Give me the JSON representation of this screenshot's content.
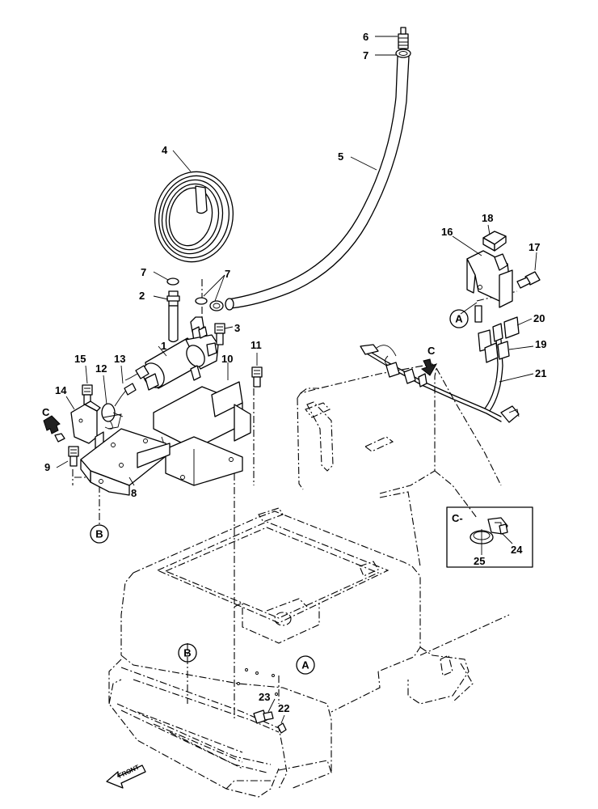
{
  "callouts": [
    "1",
    "2",
    "3",
    "4",
    "5",
    "6",
    "7",
    "8",
    "9",
    "10",
    "11",
    "12",
    "13",
    "14",
    "15",
    "16",
    "17",
    "18",
    "19",
    "20",
    "21",
    "22",
    "23",
    "24",
    "25"
  ],
  "view_refs": {
    "A": "A",
    "B": "B",
    "C": "C"
  },
  "detail": {
    "title": "C-",
    "parts": [
      "24",
      "25"
    ]
  },
  "front_label": "FRONT"
}
